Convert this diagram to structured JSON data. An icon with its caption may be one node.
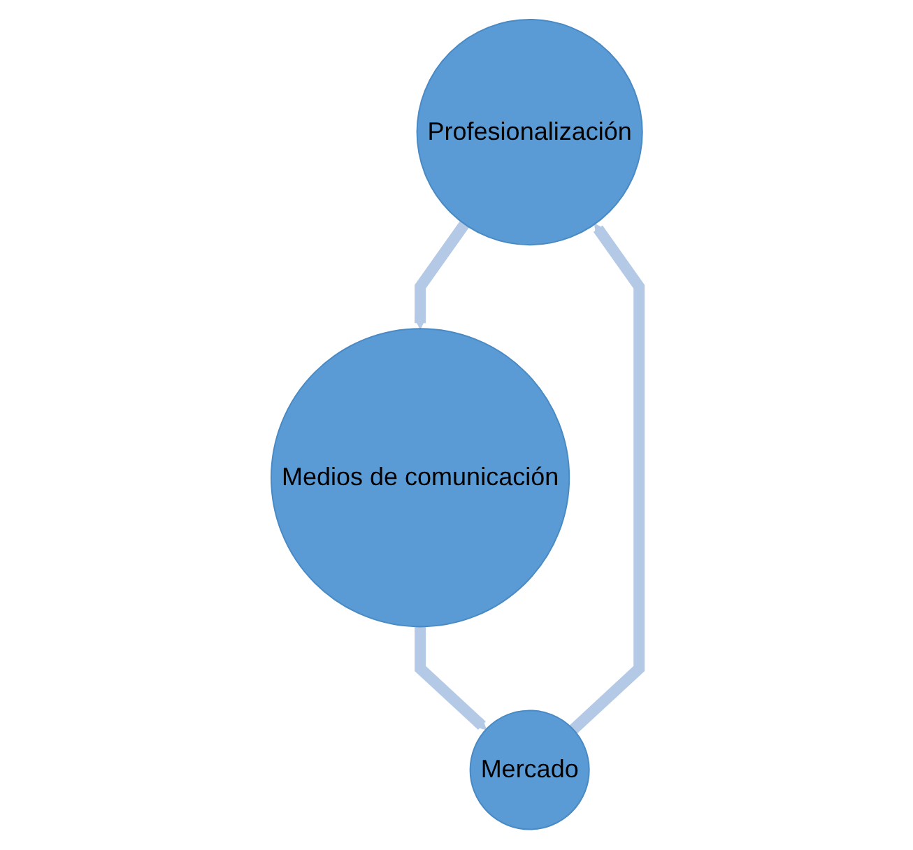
{
  "diagram": {
    "nodes": [
      {
        "text": [
          "Profesionalización"
        ]
      },
      {
        "text": [
          "Mercado"
        ]
      },
      {
        "text": [
          "Medios de comunicación"
        ]
      }
    ],
    "edges": [
      {
        "from": 0,
        "to": 2,
        "arrow": "to"
      },
      {
        "from": 2,
        "to": 1,
        "arrow": "to"
      },
      {
        "from": 1,
        "to": 0,
        "arrow": "to"
      }
    ]
  }
}
